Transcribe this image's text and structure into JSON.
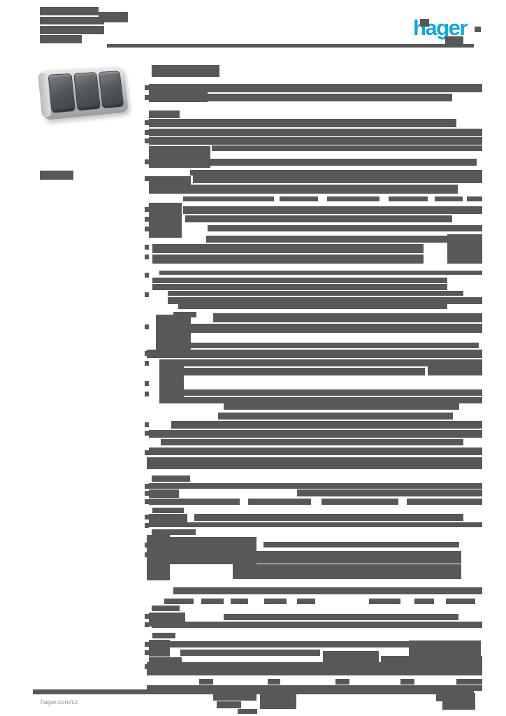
{
  "logo": {
    "text": "hager"
  },
  "footer": {
    "website": "hager.com/cz"
  },
  "colors": {
    "block": "#57585a",
    "logo_blue": "#14a6da",
    "footer_text": "#8f9093",
    "page_bg": "#ffffff",
    "product_frame": "#c6c7c9",
    "product_rocker": "#4d5055"
  },
  "redactions": {
    "header": [
      [
        57,
        10,
        84,
        12
      ],
      [
        141,
        17,
        42,
        15
      ],
      [
        57,
        24,
        92,
        11
      ],
      [
        57,
        37,
        92,
        12
      ],
      [
        57,
        50,
        60,
        12
      ],
      [
        153,
        63,
        525,
        5
      ],
      [
        601,
        27,
        13,
        11
      ],
      [
        637,
        52,
        26,
        12
      ],
      [
        679,
        38,
        9,
        8
      ]
    ],
    "left-column": [
      [
        57,
        244,
        48,
        13
      ]
    ],
    "content": [
      [
        217,
        93,
        97,
        17
      ],
      [
        213,
        120,
        84,
        26
      ],
      [
        297,
        120,
        393,
        12
      ],
      [
        297,
        134,
        350,
        11
      ],
      [
        213,
        158,
        44,
        11
      ],
      [
        213,
        170,
        440,
        12
      ],
      [
        213,
        184,
        477,
        11
      ],
      [
        213,
        196,
        477,
        11
      ],
      [
        213,
        209,
        88,
        31
      ],
      [
        303,
        208,
        387,
        8
      ],
      [
        213,
        227,
        469,
        10
      ],
      [
        272,
        243,
        418,
        8
      ],
      [
        213,
        252,
        60,
        25
      ],
      [
        276,
        251,
        414,
        11
      ],
      [
        213,
        264,
        442,
        13
      ],
      [
        262,
        281,
        130,
        7
      ],
      [
        400,
        281,
        55,
        7
      ],
      [
        468,
        281,
        75,
        7
      ],
      [
        556,
        281,
        56,
        7
      ],
      [
        622,
        281,
        40,
        7
      ],
      [
        668,
        281,
        22,
        7
      ],
      [
        213,
        290,
        47,
        50
      ],
      [
        262,
        295,
        428,
        11
      ],
      [
        265,
        308,
        382,
        10
      ],
      [
        297,
        322,
        393,
        9
      ],
      [
        295,
        337,
        345,
        10
      ],
      [
        640,
        335,
        50,
        42
      ],
      [
        218,
        349,
        388,
        13
      ],
      [
        218,
        364,
        388,
        13
      ],
      [
        228,
        387,
        462,
        6
      ],
      [
        218,
        397,
        422,
        8
      ],
      [
        218,
        406,
        422,
        9
      ],
      [
        240,
        416,
        423,
        7
      ],
      [
        240,
        425,
        450,
        10
      ],
      [
        255,
        433,
        385,
        9
      ],
      [
        248,
        446,
        33,
        8
      ],
      [
        305,
        448,
        385,
        13
      ],
      [
        223,
        450,
        50,
        55
      ],
      [
        228,
        463,
        462,
        13
      ],
      [
        265,
        490,
        420,
        8
      ],
      [
        210,
        500,
        480,
        12
      ],
      [
        228,
        514,
        35,
        63
      ],
      [
        228,
        514,
        462,
        10
      ],
      [
        228,
        526,
        380,
        11
      ],
      [
        612,
        514,
        78,
        23
      ],
      [
        263,
        557,
        427,
        9
      ],
      [
        263,
        568,
        427,
        9
      ],
      [
        320,
        577,
        337,
        9
      ],
      [
        312,
        590,
        336,
        10
      ],
      [
        245,
        602,
        445,
        11
      ],
      [
        213,
        615,
        477,
        11
      ],
      [
        230,
        628,
        433,
        9
      ],
      [
        213,
        640,
        477,
        11
      ],
      [
        210,
        654,
        480,
        17
      ],
      [
        217,
        680,
        55,
        9
      ],
      [
        213,
        691,
        477,
        8
      ],
      [
        213,
        700,
        43,
        12
      ],
      [
        425,
        700,
        265,
        10
      ],
      [
        213,
        713,
        130,
        9
      ],
      [
        355,
        713,
        90,
        9
      ],
      [
        460,
        713,
        110,
        9
      ],
      [
        582,
        713,
        108,
        9
      ],
      [
        218,
        726,
        45,
        8
      ],
      [
        213,
        735,
        55,
        18
      ],
      [
        278,
        735,
        385,
        10
      ],
      [
        213,
        747,
        477,
        7
      ],
      [
        217,
        757,
        63,
        8
      ],
      [
        210,
        765,
        33,
        65
      ],
      [
        243,
        768,
        124,
        39
      ],
      [
        377,
        775,
        280,
        8
      ],
      [
        243,
        788,
        417,
        18
      ],
      [
        333,
        807,
        327,
        21
      ],
      [
        248,
        840,
        442,
        10
      ],
      [
        235,
        856,
        42,
        8
      ],
      [
        288,
        856,
        32,
        8
      ],
      [
        330,
        856,
        25,
        8
      ],
      [
        378,
        856,
        32,
        8
      ],
      [
        425,
        856,
        26,
        8
      ],
      [
        528,
        856,
        45,
        8
      ],
      [
        593,
        856,
        28,
        8
      ],
      [
        638,
        856,
        42,
        8
      ],
      [
        217,
        866,
        40,
        8
      ],
      [
        213,
        876,
        52,
        20
      ],
      [
        320,
        878,
        336,
        9
      ],
      [
        217,
        889,
        473,
        9
      ],
      [
        218,
        905,
        33,
        8
      ],
      [
        213,
        915,
        30,
        24
      ],
      [
        240,
        917,
        345,
        9
      ],
      [
        585,
        916,
        103,
        22
      ],
      [
        258,
        929,
        200,
        9
      ],
      [
        462,
        931,
        80,
        26
      ],
      [
        545,
        938,
        145,
        26
      ],
      [
        213,
        940,
        47,
        18
      ],
      [
        210,
        947,
        480,
        19
      ],
      [
        285,
        971,
        20,
        8
      ],
      [
        383,
        971,
        18,
        8
      ],
      [
        480,
        971,
        20,
        8
      ],
      [
        573,
        971,
        20,
        8
      ],
      [
        653,
        971,
        37,
        8
      ],
      [
        210,
        980,
        480,
        8
      ],
      [
        207,
        122,
        6,
        7
      ],
      [
        207,
        136,
        6,
        7
      ],
      [
        207,
        172,
        6,
        7
      ],
      [
        207,
        186,
        6,
        7
      ],
      [
        207,
        198,
        6,
        7
      ],
      [
        207,
        228,
        6,
        7
      ],
      [
        207,
        252,
        6,
        7
      ],
      [
        207,
        296,
        6,
        7
      ],
      [
        207,
        310,
        6,
        7
      ],
      [
        207,
        324,
        6,
        7
      ],
      [
        207,
        350,
        6,
        7
      ],
      [
        207,
        364,
        6,
        7
      ],
      [
        207,
        390,
        6,
        7
      ],
      [
        207,
        418,
        6,
        7
      ],
      [
        207,
        464,
        6,
        7
      ],
      [
        207,
        502,
        6,
        7
      ],
      [
        207,
        516,
        6,
        7
      ],
      [
        207,
        545,
        6,
        7
      ],
      [
        207,
        560,
        6,
        7
      ],
      [
        207,
        604,
        6,
        7
      ],
      [
        207,
        616,
        6,
        7
      ],
      [
        207,
        644,
        6,
        7
      ],
      [
        207,
        692,
        6,
        7
      ],
      [
        207,
        702,
        6,
        7
      ],
      [
        207,
        714,
        6,
        7
      ],
      [
        207,
        736,
        6,
        7
      ],
      [
        207,
        748,
        6,
        7
      ],
      [
        207,
        776,
        6,
        7
      ],
      [
        207,
        790,
        6,
        7
      ],
      [
        207,
        878,
        6,
        7
      ],
      [
        207,
        890,
        6,
        7
      ],
      [
        207,
        918,
        6,
        7
      ],
      [
        207,
        930,
        6,
        7
      ],
      [
        207,
        950,
        6,
        7
      ]
    ],
    "footer": [
      [
        47,
        986,
        631,
        7
      ],
      [
        305,
        991,
        62,
        11
      ],
      [
        310,
        1003,
        35,
        10
      ],
      [
        372,
        993,
        52,
        21
      ],
      [
        340,
        1014,
        28,
        7
      ],
      [
        624,
        991,
        56,
        12
      ],
      [
        633,
        1003,
        47,
        12
      ]
    ]
  }
}
